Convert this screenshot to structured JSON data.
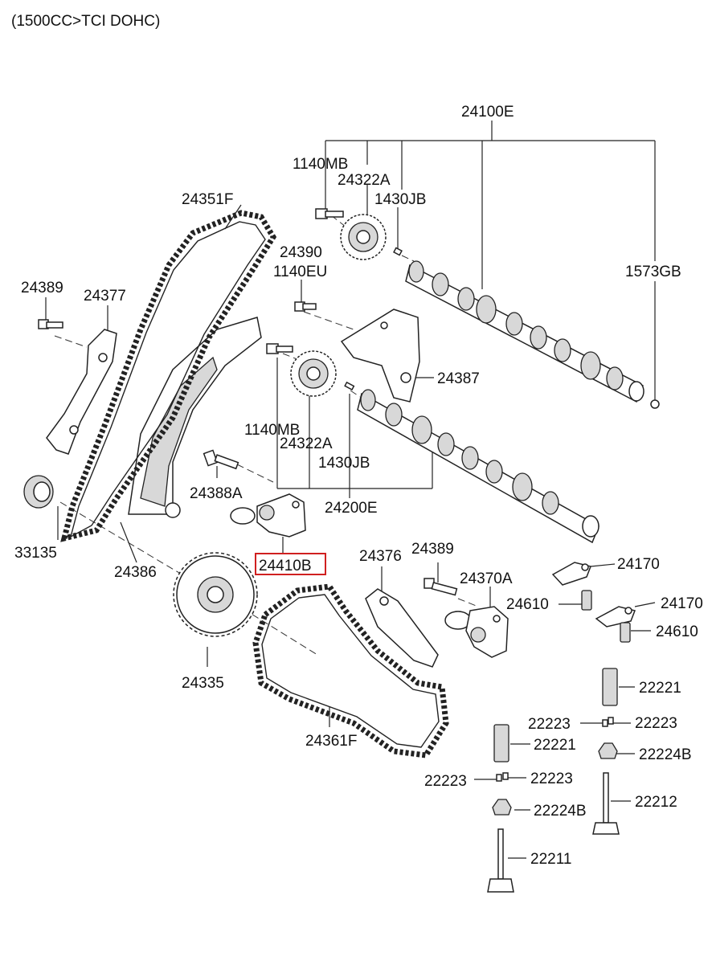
{
  "header": {
    "title": "(1500CC>TCI DOHC)"
  },
  "labels": {
    "p24100E": "24100E",
    "p1140MB_top": "1140MB",
    "p24322A_top": "24322A",
    "p1430JB_top": "1430JB",
    "p24351F": "24351F",
    "p24390": "24390",
    "p1140EU": "1140EU",
    "p1573GB": "1573GB",
    "p24389_left": "24389",
    "p24377": "24377",
    "p24387": "24387",
    "p1140MB_bot": "1140MB",
    "p24322A_bot": "24322A",
    "p1430JB_bot": "1430JB",
    "p24388A": "24388A",
    "p24200E": "24200E",
    "p33135": "33135",
    "p24386": "24386",
    "p24410B": "24410B",
    "p24376": "24376",
    "p24389_right": "24389",
    "p24370A": "24370A",
    "p24170_a": "24170",
    "p24610_a": "24610",
    "p24170_b": "24170",
    "p24610_b": "24610",
    "p24335": "24335",
    "p22221_a": "22221",
    "p22223_a": "22223",
    "p22223_b": "22223",
    "p22221_b": "22221",
    "p22224B_a": "22224B",
    "p24361F": "24361F",
    "p22223_c": "22223",
    "p22223_d": "22223",
    "p22212": "22212",
    "p22224B_b": "22224B",
    "p22211": "22211"
  },
  "highlight": {
    "part": "24410B",
    "color": "#d02020"
  }
}
